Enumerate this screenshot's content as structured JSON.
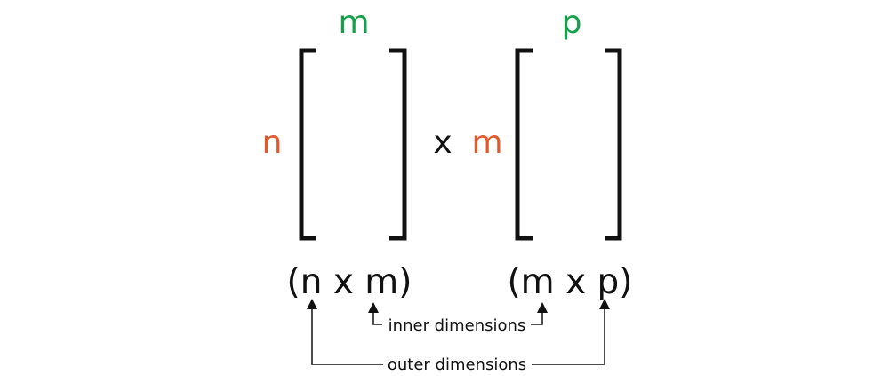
{
  "colors": {
    "rows": "#e2592c",
    "cols": "#17a04b",
    "ink": "#111111"
  },
  "matrix_a": {
    "cols_label": "m",
    "rows_label": "n",
    "dims": "(n x m)"
  },
  "operator": "x",
  "matrix_b": {
    "cols_label": "p",
    "rows_label": "m",
    "dims": "(m x p)"
  },
  "annotations": {
    "inner": "inner dimensions",
    "outer": "outer dimensions"
  }
}
